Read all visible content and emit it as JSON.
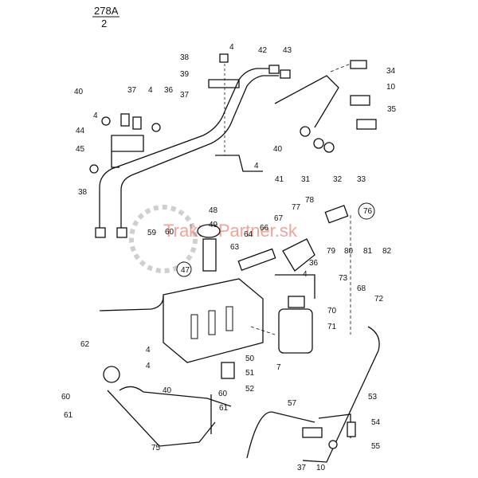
{
  "header": {
    "line1": "278A",
    "line2": "2"
  },
  "watermark": {
    "text": "TraktorPartner.sk",
    "color": "#e05a4a"
  },
  "callouts": [
    {
      "label": "38"
    },
    {
      "label": "4"
    },
    {
      "label": "42"
    },
    {
      "label": "43"
    },
    {
      "label": "34"
    },
    {
      "label": "39"
    },
    {
      "label": "10"
    },
    {
      "label": "37"
    },
    {
      "label": "40"
    },
    {
      "label": "37"
    },
    {
      "label": "4"
    },
    {
      "label": "36"
    },
    {
      "label": "35"
    },
    {
      "label": "4"
    },
    {
      "label": "44"
    },
    {
      "label": "40"
    },
    {
      "label": "45"
    },
    {
      "label": "4"
    },
    {
      "label": "31"
    },
    {
      "label": "32"
    },
    {
      "label": "33"
    },
    {
      "label": "38"
    },
    {
      "label": "41"
    },
    {
      "label": "48"
    },
    {
      "label": "78"
    },
    {
      "label": "77"
    },
    {
      "label": "49"
    },
    {
      "label": "67"
    },
    {
      "label": "76"
    },
    {
      "label": "66"
    },
    {
      "label": "59"
    },
    {
      "label": "60"
    },
    {
      "label": "64"
    },
    {
      "label": "79"
    },
    {
      "label": "80"
    },
    {
      "label": "81"
    },
    {
      "label": "82"
    },
    {
      "label": "63"
    },
    {
      "label": "36"
    },
    {
      "label": "47"
    },
    {
      "label": "4"
    },
    {
      "label": "73"
    },
    {
      "label": "68"
    },
    {
      "label": "72"
    },
    {
      "label": "70"
    },
    {
      "label": "71"
    },
    {
      "label": "62"
    },
    {
      "label": "4"
    },
    {
      "label": "7"
    },
    {
      "label": "50"
    },
    {
      "label": "4"
    },
    {
      "label": "51"
    },
    {
      "label": "40"
    },
    {
      "label": "52"
    },
    {
      "label": "60"
    },
    {
      "label": "60"
    },
    {
      "label": "57"
    },
    {
      "label": "53"
    },
    {
      "label": "61"
    },
    {
      "label": "61"
    },
    {
      "label": "54"
    },
    {
      "label": "75"
    },
    {
      "label": "55"
    },
    {
      "label": "37"
    },
    {
      "label": "10"
    }
  ]
}
